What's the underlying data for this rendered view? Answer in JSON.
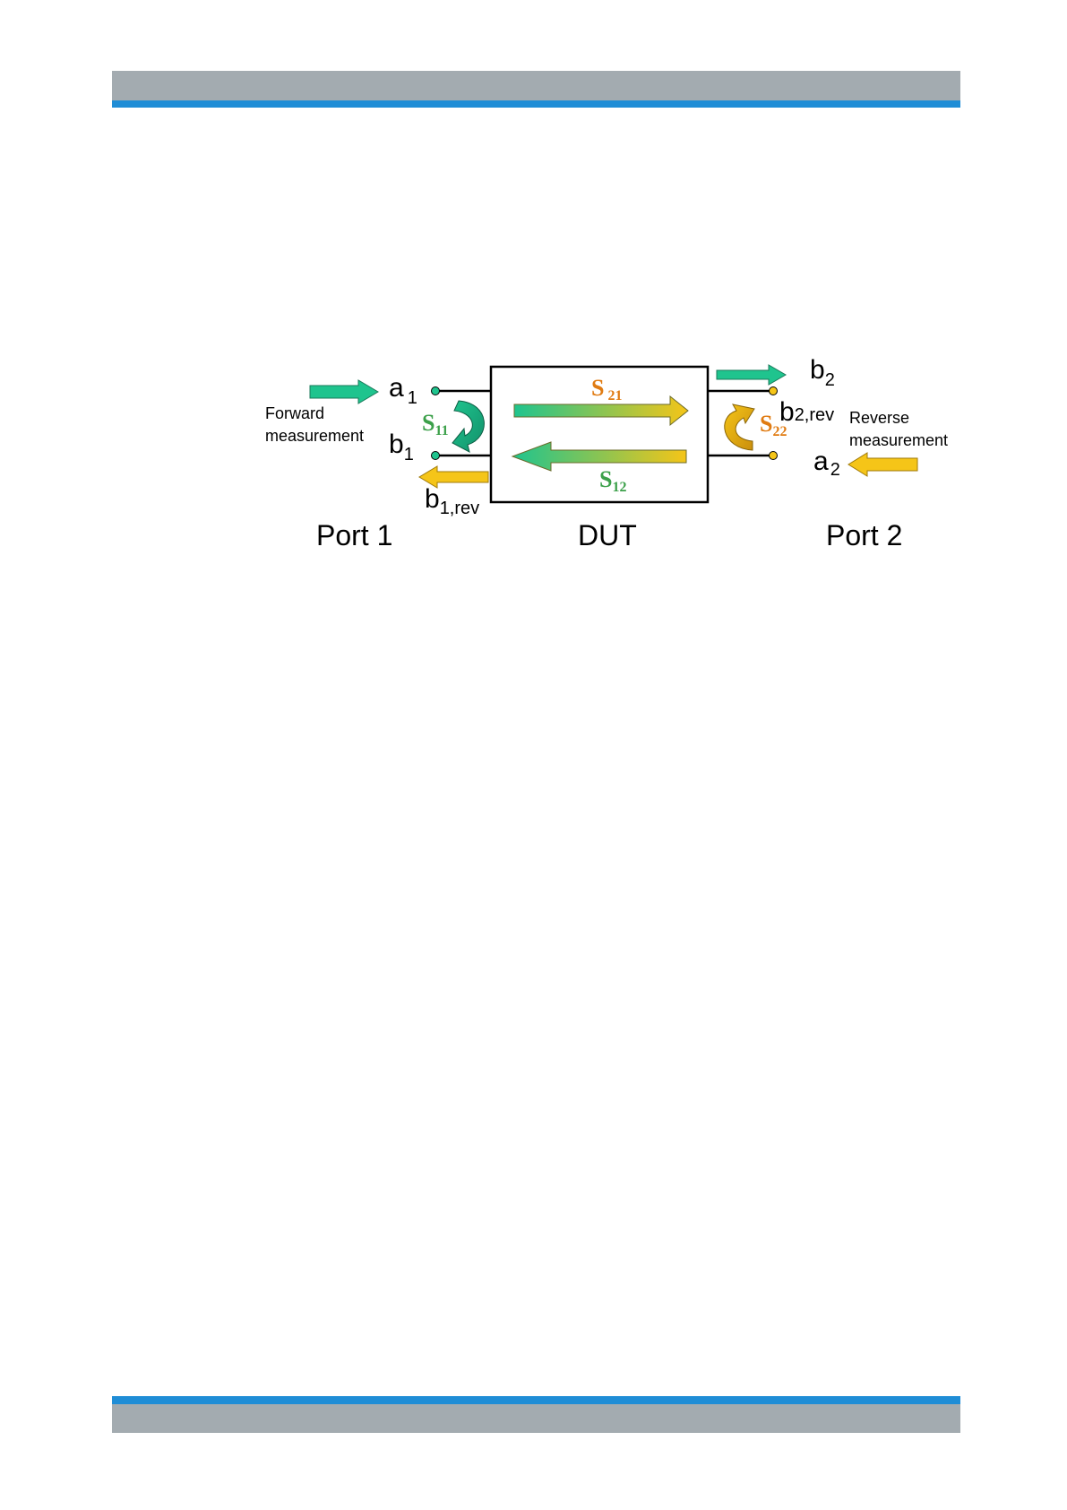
{
  "diagram": {
    "port1_label": "Port 1",
    "dut_label": "DUT",
    "port2_label": "Port 2",
    "forward_line1": "Forward",
    "forward_line2": "measurement",
    "reverse_line1": "Reverse",
    "reverse_line2": "measurement",
    "a1": {
      "base": "a",
      "sub": "1"
    },
    "b1": {
      "base": "b",
      "sub": "1"
    },
    "b1rev": {
      "base": "b",
      "sub": "1,rev"
    },
    "b2": {
      "base": "b",
      "sub": "2"
    },
    "b2rev": {
      "base": "b",
      "sub": "2,rev"
    },
    "a2": {
      "base": "a",
      "sub": "2"
    },
    "s11": {
      "base": "S",
      "sub": "11"
    },
    "s21": {
      "base": "S",
      "sub": "21"
    },
    "s12": {
      "base": "S",
      "sub": "12"
    },
    "s22": {
      "base": "S",
      "sub": "22"
    }
  },
  "colors": {
    "header_gray": "#a3abb0",
    "header_blue": "#1f8dd6",
    "forward_green": "#1fc48e",
    "reverse_yellow": "#f5c518",
    "s_green": "#3ca04a",
    "s_orange": "#e07b12"
  }
}
